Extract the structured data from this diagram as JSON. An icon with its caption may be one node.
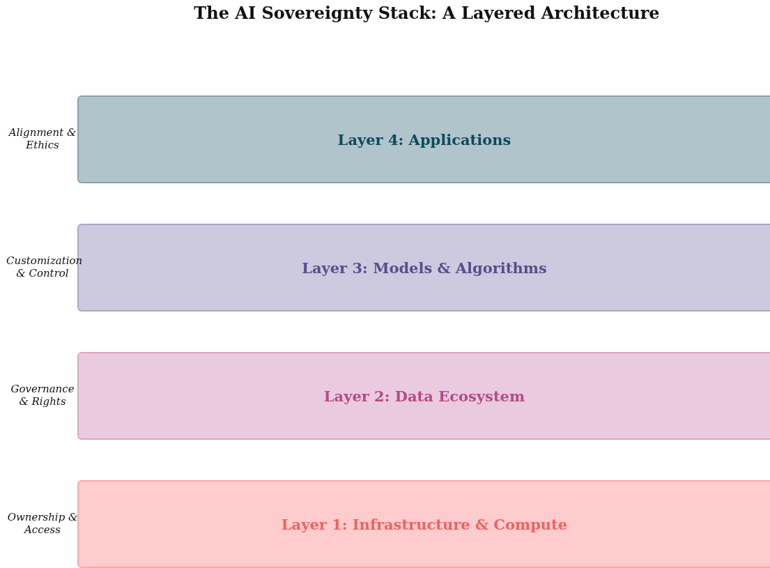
{
  "diagram": {
    "title": "The AI Sovereignty Stack: A Layered Architecture",
    "nodes": [
      {
        "text": [
          "Layer 4: Applications"
        ],
        "beside": [
          "Alignment & Ethics"
        ]
      },
      {
        "text": [
          "Layer 3: Models & Algorithms"
        ],
        "beside": [
          "Customization & Control"
        ]
      },
      {
        "text": [
          "Layer 2: Data Ecosystem"
        ],
        "beside": [
          "Governance & Rights"
        ]
      },
      {
        "text": [
          "Layer 1: Infrastructure & Compute"
        ],
        "beside": [
          "Ownership & Access"
        ]
      }
    ]
  }
}
